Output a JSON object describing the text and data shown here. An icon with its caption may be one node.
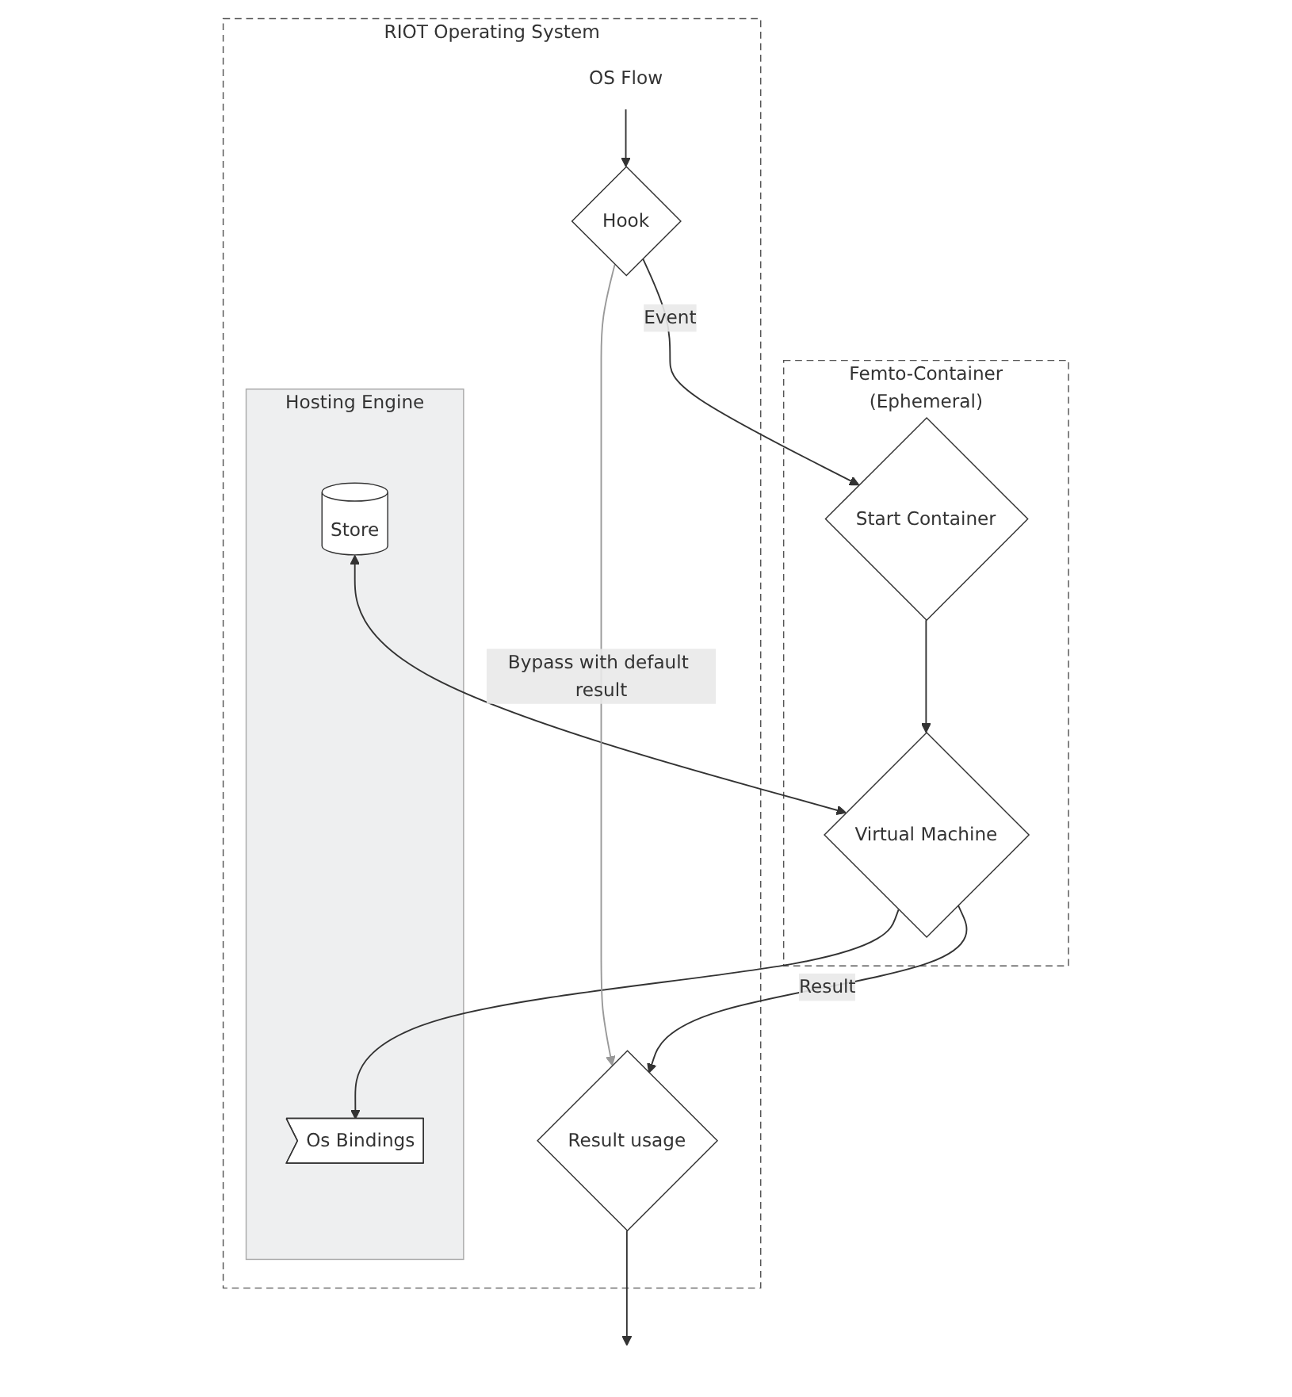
{
  "diagram": {
    "nodes": [
      {
        "text": [
          "RIOT Operating System"
        ]
      },
      {
        "text": [
          "OS Flow"
        ],
        "in": 0
      },
      {
        "text": [
          "Hook"
        ],
        "in": 0
      },
      {
        "text": [
          "Hosting Engine"
        ],
        "in": 0
      },
      {
        "text": [
          "Os Bindings"
        ],
        "in": 3
      },
      {
        "text": [
          "Store"
        ],
        "in": 3
      },
      {
        "text": [
          "Result usage"
        ],
        "in": 0
      },
      {
        "text": [
          "Femto-Container",
          "(Ephemeral)"
        ]
      },
      {
        "text": [
          "Start Container"
        ],
        "in": 7
      },
      {
        "text": [
          "Virtual Machine"
        ],
        "in": 7
      }
    ],
    "edges": [
      {
        "from": 1,
        "to": 2,
        "arrow": "to"
      },
      {
        "from": 2,
        "to": 8,
        "arrow": "to",
        "label": "Event"
      },
      {
        "from": 8,
        "to": 9,
        "arrow": "to"
      },
      {
        "from": 9,
        "to": 4,
        "arrow": "to"
      },
      {
        "from": 5,
        "to": 9,
        "arrow": "both"
      },
      {
        "from": 2,
        "to": 6,
        "arrow": "to",
        "label": "Bypass with default result",
        "color": "#999999"
      },
      {
        "from": 9,
        "to": 6,
        "arrow": "to",
        "label": "Result"
      },
      {
        "from": 6,
        "to": null,
        "arrow": "to"
      }
    ]
  }
}
